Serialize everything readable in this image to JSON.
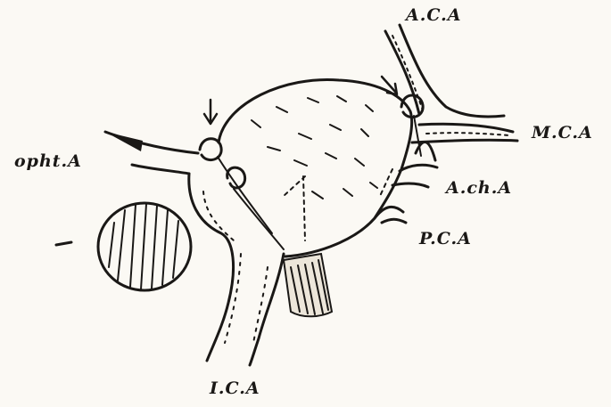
{
  "labels": {
    "aca": "A.C.A",
    "mca": "M.C.A",
    "ach": "A.ch.A",
    "pca": "P.C.A",
    "opht": "opht.A",
    "ica": "I.C.A"
  },
  "colors": {
    "paper": "#fbf9f4",
    "ink": "#1a1816"
  }
}
